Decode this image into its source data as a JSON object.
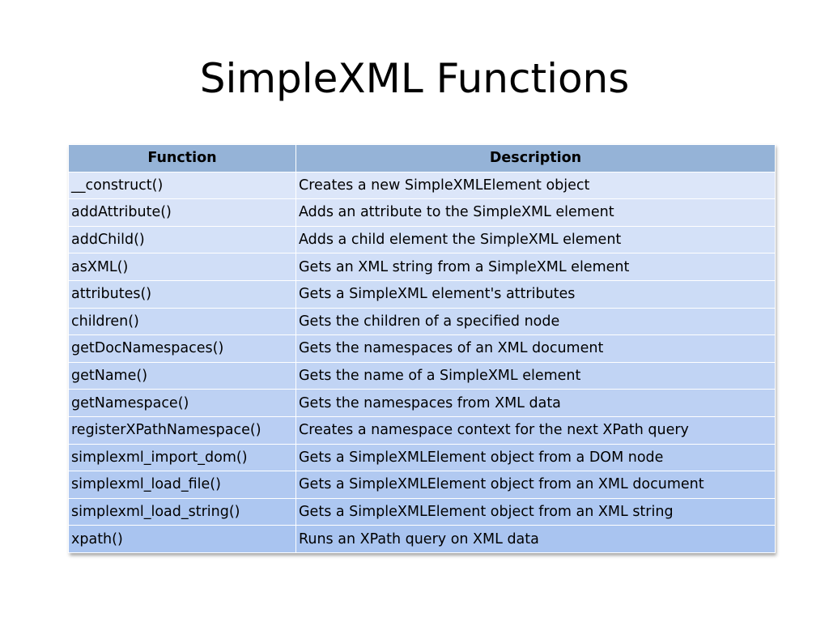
{
  "title": "SimpleXML Functions",
  "table": {
    "headers": [
      "Function",
      "Description"
    ],
    "rows": [
      [
        "__construct()",
        "Creates a new SimpleXMLElement object"
      ],
      [
        "addAttribute()",
        "Adds an attribute to the SimpleXML element"
      ],
      [
        "addChild()",
        "Adds a child element the SimpleXML element"
      ],
      [
        "asXML()",
        "Gets an XML string from a SimpleXML element"
      ],
      [
        "attributes()",
        "Gets a SimpleXML element's attributes"
      ],
      [
        "children()",
        "Gets the children of a specified node"
      ],
      [
        "getDocNamespaces()",
        "Gets the namespaces of an XML document"
      ],
      [
        "getName()",
        "Gets the name of a SimpleXML element"
      ],
      [
        "getNamespace()",
        "Gets the namespaces from XML data"
      ],
      [
        "registerXPathNamespace()",
        "Creates a namespace context for the next XPath query"
      ],
      [
        "simplexml_import_dom()",
        "Gets a SimpleXMLElement object from a DOM node"
      ],
      [
        "simplexml_load_file()",
        "Gets a SimpleXMLElement object from an XML document"
      ],
      [
        "simplexml_load_string()",
        "Gets a SimpleXMLElement object from an XML string"
      ],
      [
        "xpath()",
        "Runs an XPath query on XML data"
      ]
    ]
  },
  "colors": {
    "header_bg": "#95b3d7",
    "row_bg_top": "#dce6f9",
    "row_bg_bottom": "#a9c4f0",
    "border": "#ffffff"
  }
}
